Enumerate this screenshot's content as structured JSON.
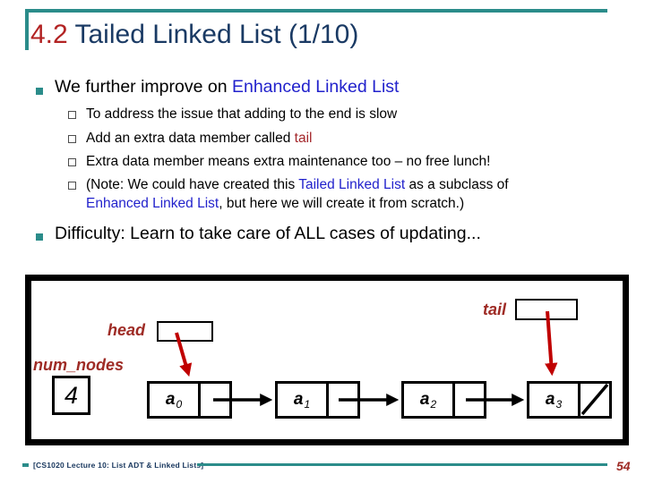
{
  "title": {
    "number": "4.2 ",
    "text": "Tailed Linked List (1/10)"
  },
  "bullets": {
    "improve": {
      "pre": "We further improve on ",
      "link": "Enhanced Linked List"
    },
    "sub": {
      "address": "To address the issue that adding to the end is slow",
      "add_member": {
        "pre": "Add an extra data member called ",
        "highlight": "tail"
      },
      "maintenance": "Extra data member means extra maintenance too – no free lunch!",
      "note_line1": {
        "s1": "(Note: We could have created this ",
        "link1": "Tailed Linked List",
        "s2": " as a subclass of"
      },
      "note_line2": {
        "link2": "Enhanced Linked List",
        "s3": ", but here we will create it from scratch.)"
      }
    },
    "difficulty": "Difficulty: Learn to take care of ALL cases of updating..."
  },
  "diagram": {
    "tail_label": "tail",
    "head_label": "head",
    "num_nodes_label": "num_nodes",
    "num_nodes_value": "4",
    "nodes": [
      {
        "base": "a",
        "sub": "0"
      },
      {
        "base": "a",
        "sub": "1"
      },
      {
        "base": "a",
        "sub": "2"
      },
      {
        "base": "a",
        "sub": "3"
      }
    ]
  },
  "footer": {
    "source": "[CS1020 Lecture 10: List ADT & Linked Lists]",
    "page": "54"
  },
  "colors": {
    "teal_accent": "#2B8C8A",
    "title_number_red": "#B22222",
    "title_navy": "#1A3A64",
    "link_blue": "#2222CC",
    "highlight_red": "#A3262A",
    "diagram_label_red": "#9E2B25",
    "arrow_red": "#C00000",
    "footer_navy": "#17365D"
  }
}
